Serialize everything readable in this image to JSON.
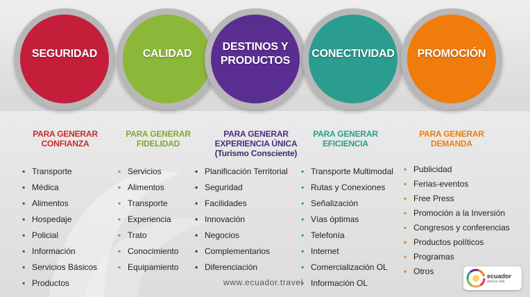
{
  "columns": [
    {
      "circle_label": "SEGURIDAD",
      "circle_color": "#c41e3a",
      "heading": "PARA GENERAR\nCONFIANZA",
      "heading_sub": "",
      "accent": "#c72a2a",
      "items": [
        "Transporte",
        "Médica",
        "Alimentos",
        "Hospedaje",
        "Policial",
        "Información",
        "Servicios Básicos",
        "Productos"
      ]
    },
    {
      "circle_label": "CALIDAD",
      "circle_color": "#8cb83a",
      "heading": "PARA GENERAR\nFIDELIDAD",
      "heading_sub": "",
      "accent": "#7fa935",
      "items": [
        "Servicios",
        "Alimentos",
        "Transporte",
        "Experiencia",
        "Trato",
        "Conocimiento",
        "Equipamiento"
      ]
    },
    {
      "circle_label": "DESTINOS Y\nPRODUCTOS",
      "circle_color": "#5a2d91",
      "heading": "PARA GENERAR\nEXPERIENCIA ÚNICA",
      "heading_sub": "(Turismo Consciente)",
      "accent": "#4a2f80",
      "items": [
        "Planificación Territorial",
        "Seguridad",
        "Facilidades",
        "Innovación",
        "Negocios",
        "Complementarios",
        "Diferenciación"
      ]
    },
    {
      "circle_label": "CONECTIVIDAD",
      "circle_color": "#2a9d8f",
      "heading": "PARA GENERAR\nEFICIENCIA",
      "heading_sub": "",
      "accent": "#2a9d8f",
      "items": [
        "Transporte Multimodal",
        "Rutas y Conexiones",
        "Señalización",
        "Vías óptimas",
        "Telefonía",
        "Internet",
        "Comercialización OL",
        "Información OL"
      ]
    },
    {
      "circle_label": "PROMOCIÓN",
      "circle_color": "#f07c0c",
      "heading": "PARA GENERAR\nDEMANDA",
      "heading_sub": "",
      "accent": "#f07c0c",
      "items": [
        "Publicidad",
        "Ferias-eventos",
        "Free Press",
        "Promoción a la Inversión",
        "Congresos y conferencias",
        "Productos políticos",
        "Programas",
        "Otros"
      ]
    }
  ],
  "footer": {
    "url": "www.ecuador.travel"
  },
  "logo": {
    "name": "ecuador",
    "tagline": "ama la vida",
    "icon": "ecuador-brand-swirl-icon"
  }
}
